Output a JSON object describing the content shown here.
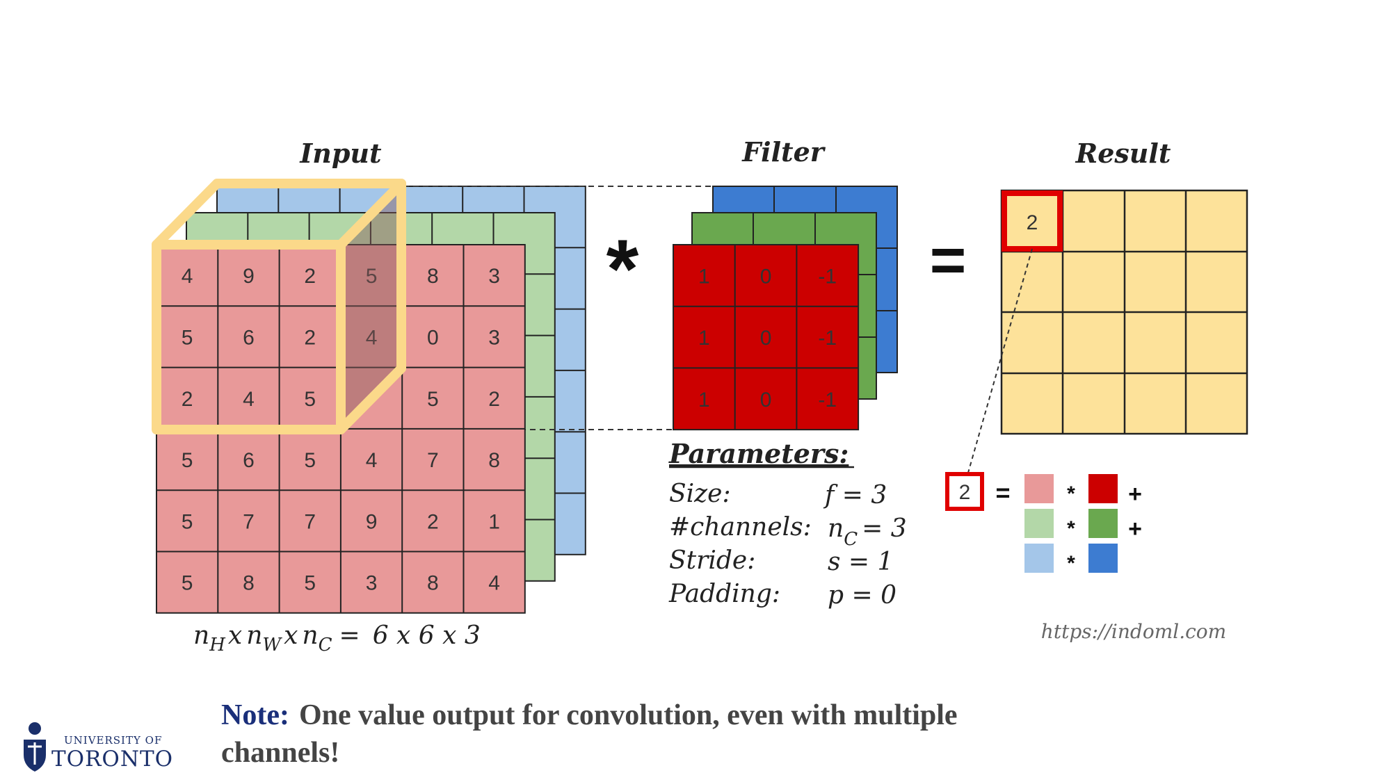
{
  "titles": {
    "input": "Input",
    "filter": "Filter",
    "result": "Result"
  },
  "input": {
    "front_grid": [
      [
        "4",
        "9",
        "2",
        "5",
        "8",
        "3"
      ],
      [
        "5",
        "6",
        "2",
        "4",
        "0",
        "3"
      ],
      [
        "2",
        "4",
        "5",
        "",
        "5",
        "2"
      ],
      [
        "5",
        "6",
        "5",
        "4",
        "7",
        "8"
      ],
      [
        "5",
        "7",
        "7",
        "9",
        "2",
        "1"
      ],
      [
        "5",
        "8",
        "5",
        "3",
        "8",
        "4"
      ]
    ],
    "colors": {
      "front": "#e89999",
      "middle": "#b3d7a8",
      "back": "#a4c6e9",
      "highlight": "#fbd98a"
    },
    "dims_label": {
      "nh": "n",
      "nh_sub": "H",
      "x1": "x",
      "nw": "n",
      "nw_sub": "W",
      "x2": "x",
      "nc": "n",
      "nc_sub": "C",
      "eq": "=",
      "value": "6 x 6 x 3"
    }
  },
  "operators": {
    "convolve": "*",
    "equals": "="
  },
  "filter": {
    "front_grid": [
      [
        "1",
        "0",
        "-1"
      ],
      [
        "1",
        "0",
        "-1"
      ],
      [
        "1",
        "0",
        "-1"
      ]
    ],
    "colors": {
      "front": "#cc0000",
      "middle": "#6aa84f",
      "back": "#3d7cd1"
    }
  },
  "result": {
    "first_value": "2",
    "colors": {
      "fill": "#fde29a",
      "highlight_border": "#e00000"
    }
  },
  "parameters": {
    "heading": "Parameters:",
    "rows": [
      {
        "label": "Size:",
        "value": "f = 3"
      },
      {
        "label": "#channels:",
        "value_main": "n",
        "value_sub": "C",
        "value_rest": "= 3"
      },
      {
        "label": "Stride:",
        "value": "s = 1"
      },
      {
        "label": "Padding:",
        "value": "p = 0"
      }
    ]
  },
  "legend": {
    "value": "2",
    "equals": "=",
    "times": "*",
    "plus": "+"
  },
  "url": "https://indoml.com",
  "note": {
    "label": "Note:",
    "text": "One value output for convolution, even with multiple channels!"
  },
  "logo": {
    "line1": "UNIVERSITY OF",
    "line2": "TORONTO"
  }
}
